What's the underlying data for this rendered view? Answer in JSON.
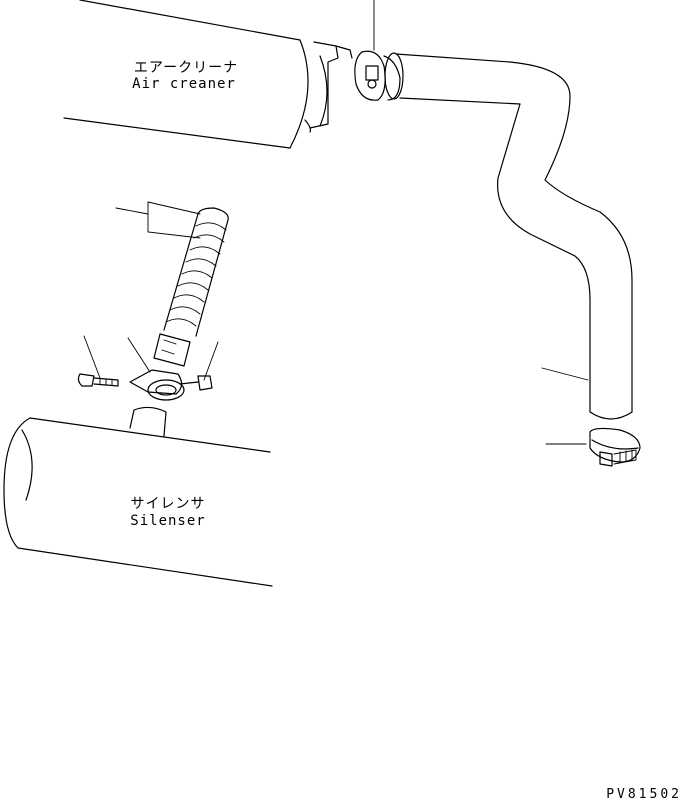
{
  "labels": {
    "air_cleaner_jp": "エアークリーナ",
    "air_cleaner_en": "Air creaner",
    "silencer_jp": "サイレンサ",
    "silencer_en": "Silenser",
    "drawing_code": "PV81502"
  }
}
